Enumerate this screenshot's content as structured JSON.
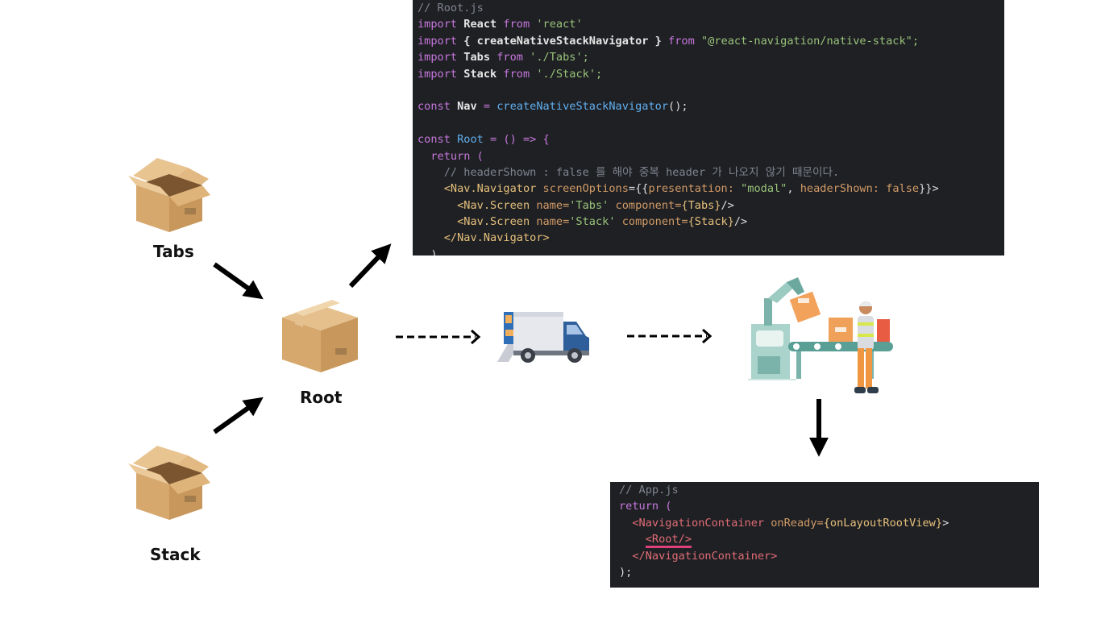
{
  "labels": {
    "tabs": "Tabs",
    "stack": "Stack",
    "root": "Root"
  },
  "root_js": {
    "comment": "// Root.js",
    "l2_kw": "import",
    "l2_id": "React",
    "l2_from": "from",
    "l2_str": "'react'",
    "l3_kw": "import",
    "l3_id": "{ createNativeStackNavigator }",
    "l3_from": "from",
    "l3_str": "\"@react-navigation/native-stack\";",
    "l4_kw": "import",
    "l4_id": "Tabs",
    "l4_from": "from",
    "l4_str": "'./Tabs';",
    "l5_kw": "import",
    "l5_id": "Stack",
    "l5_from": "from",
    "l5_str": "'./Stack';",
    "l7_kw": "const",
    "l7_id": "Nav",
    "l7_eq": "=",
    "l7_fn": "createNativeStackNavigator",
    "l7_end": "();",
    "l9_kw": "const",
    "l9_id": "Root",
    "l9_rest": "= () => {",
    "l10": "return (",
    "l11": "// headerShown : false 를 해야 중복 header 가 나오지 않기 때문이다.",
    "l12_tag": "<Nav.Navigator",
    "l12_attr": "screenOptions",
    "l12_a": "={{",
    "l12_p": "presentation:",
    "l12_v": "\"modal\"",
    "l12_b": ",",
    "l12_h": "headerShown:",
    "l12_f": "false",
    "l12_end": "}}>",
    "l13_tag": "<Nav.Screen",
    "l13_n": "name=",
    "l13_nv": "'Tabs'",
    "l13_c": "component=",
    "l13_cv": "{Tabs}",
    "l13_end": "/>",
    "l14_tag": "<Nav.Screen",
    "l14_n": "name=",
    "l14_nv": "'Stack'",
    "l14_c": "component=",
    "l14_cv": "{Stack}",
    "l14_end": "/>",
    "l15": "</Nav.Navigator>",
    "l16": ")"
  },
  "app_js": {
    "comment": "// App.js",
    "l2": "return (",
    "l3_tag": "<NavigationContainer",
    "l3_attr": "onReady=",
    "l3_val": "{onLayoutRootView}",
    "l3_end": ">",
    "l4": "<Root/>",
    "l5": "</NavigationContainer>",
    "l6": ");"
  },
  "colors": {
    "code_bg": "#1f2024",
    "box_tan": "#d9b27c",
    "highlight_underline": "#e0407a"
  },
  "icons": {
    "tabs": "cardboard-box-open-icon",
    "stack": "cardboard-box-open-icon",
    "root": "cardboard-box-closed-icon",
    "truck": "delivery-truck-icon",
    "factory": "factory-worker-conveyor-icon"
  }
}
